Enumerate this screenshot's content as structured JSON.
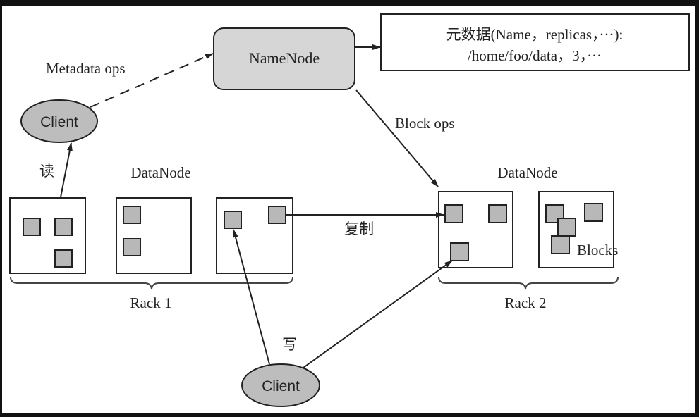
{
  "namenode": {
    "label": "NameNode"
  },
  "metadata": {
    "line1": "元数据(Name，replicas，···):",
    "line2": "/home/foo/data，3，···"
  },
  "labels": {
    "metadata_ops": "Metadata ops",
    "block_ops": "Block ops",
    "read": "读",
    "write": "写",
    "replicate": "复制",
    "datanode_left": "DataNode",
    "datanode_right": "DataNode",
    "blocks": "Blocks",
    "rack1": "Rack 1",
    "rack2": "Rack 2"
  },
  "clients": {
    "top": "Client",
    "bottom": "Client"
  },
  "colors": {
    "node_fill": "#d6d6d6",
    "block_fill": "#b8b8b8",
    "stroke": "#222222"
  }
}
